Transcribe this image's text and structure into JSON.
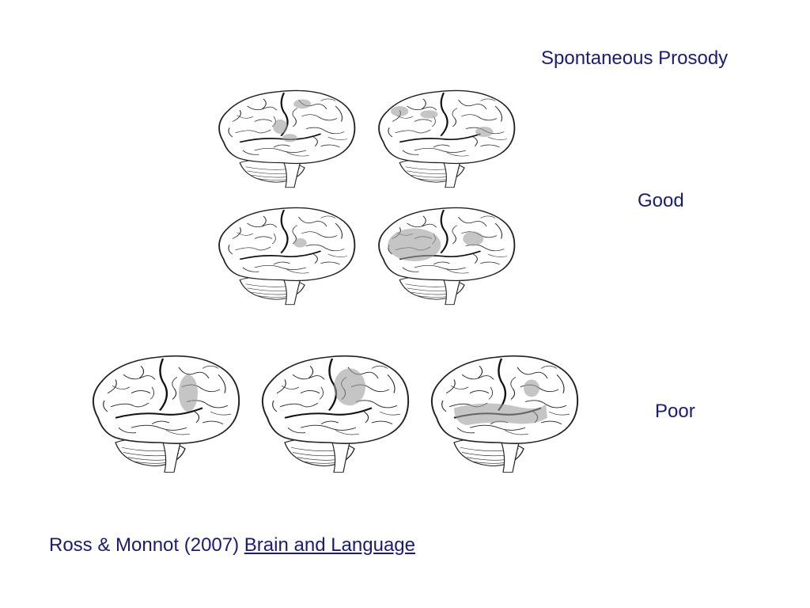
{
  "slide": {
    "title": "Spontaneous Prosody",
    "label_good": "Good",
    "label_poor": "Poor",
    "citation_authors": "Ross & Monnot (2007)",
    "citation_journal": "Brain and Language"
  },
  "colors": {
    "text": "#1a1a7e",
    "outline": "#222222",
    "lesion": "#9e9e9e"
  },
  "icons": {
    "brain": "brain-icon",
    "lesion": "lesion-shading"
  },
  "groups": [
    {
      "label": "Good",
      "brain_count": 4
    },
    {
      "label": "Poor",
      "brain_count": 3
    }
  ]
}
